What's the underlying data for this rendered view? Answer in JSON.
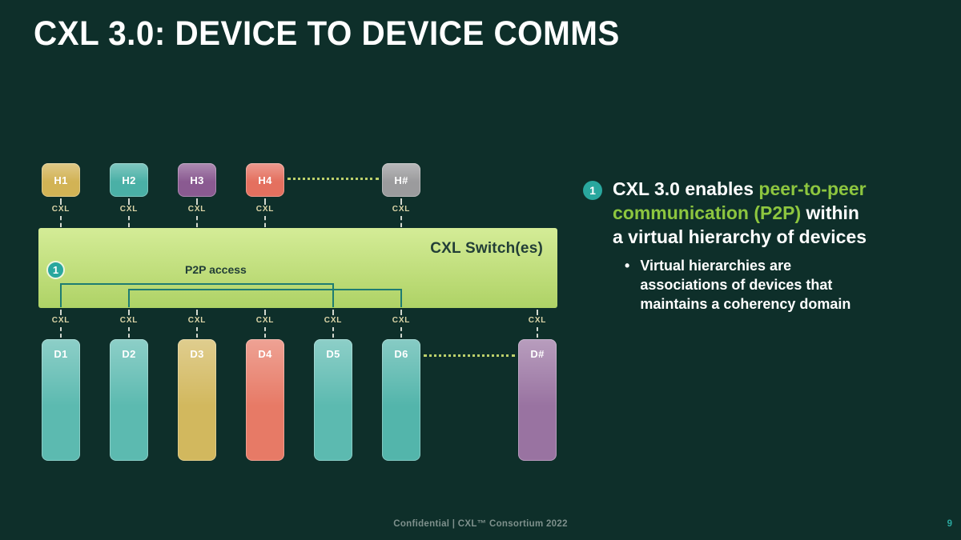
{
  "slide": {
    "title": "CXL 3.0: DEVICE TO DEVICE COMMS",
    "footer": "Confidential  |  CXL™ Consortium 2022",
    "page_number": "9"
  },
  "colors": {
    "background": "#0e2f2a",
    "accent_green": "#8dc63f",
    "accent_teal": "#29a79e",
    "switch_green_top": "#d4ec97",
    "switch_green_bottom": "#aed266",
    "switch_text": "#223e37",
    "bracket_line": "#1e7c72",
    "cxl_label": "#ddd6a8",
    "dotted_line": "#bdd06b",
    "footer_gray": "#7e908c"
  },
  "diagram": {
    "port_label": "CXL",
    "switch_label": "CXL Switch(es)",
    "p2p_label": "P2P access",
    "switch_badge": "1",
    "hosts": [
      {
        "label": "H1",
        "color": "#d2b355"
      },
      {
        "label": "H2",
        "color": "#4ab0a6"
      },
      {
        "label": "H3",
        "color": "#8a5a91"
      },
      {
        "label": "H4",
        "color": "#e4705f"
      },
      {
        "label": "H#",
        "color": "#9b9b9d"
      }
    ],
    "devices": [
      {
        "label": "D1",
        "color": "#5cbab0"
      },
      {
        "label": "D2",
        "color": "#5cbab0"
      },
      {
        "label": "D3",
        "color": "#d2b85e"
      },
      {
        "label": "D4",
        "color": "#e77a66"
      },
      {
        "label": "D5",
        "color": "#5cbab0"
      },
      {
        "label": "D6",
        "color": "#53b5ab"
      },
      {
        "label": "D#",
        "color": "#9973a1"
      }
    ]
  },
  "callout": {
    "badge": "1",
    "bullet_marker": "•",
    "lines": [
      {
        "white": "CXL 3.0 enables ",
        "green": "peer-to-peer"
      },
      {
        "green": "communication (P2P)",
        "white": " within"
      },
      {
        "white": "a virtual hierarchy of devices"
      }
    ],
    "bullet_lines": [
      "Virtual hierarchies are",
      "associations of devices that",
      "maintains a coherency domain"
    ]
  }
}
